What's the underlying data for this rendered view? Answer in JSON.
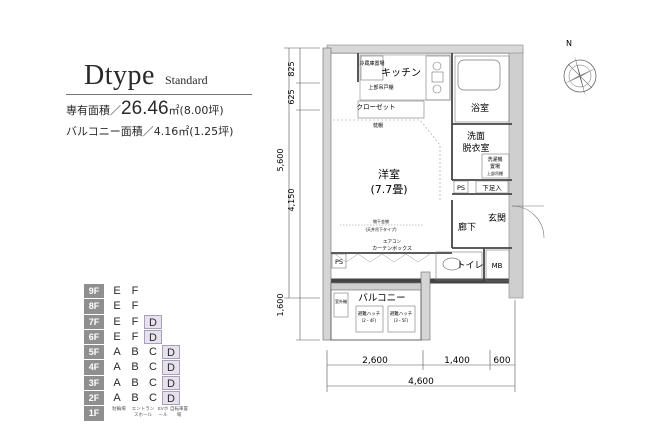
{
  "title": {
    "type": "Dtype",
    "sub": "Standard"
  },
  "area": {
    "exclusive_label": "専有面積／",
    "exclusive_value": "26.46",
    "exclusive_unit": "㎡",
    "exclusive_tsubo": "(8.00坪)",
    "balcony_label": "バルコニー面積／4.16㎡",
    "balcony_tsubo": "(1.25坪)"
  },
  "floors": [
    {
      "label": "9F",
      "cells": [
        "E",
        "F",
        "",
        ""
      ],
      "highlight": []
    },
    {
      "label": "8F",
      "cells": [
        "E",
        "F",
        "",
        ""
      ],
      "highlight": []
    },
    {
      "label": "7F",
      "cells": [
        "E",
        "F",
        "D",
        ""
      ],
      "highlight": [
        2
      ]
    },
    {
      "label": "6F",
      "cells": [
        "E",
        "F",
        "D",
        ""
      ],
      "highlight": [
        2
      ]
    },
    {
      "label": "5F",
      "cells": [
        "A",
        "B",
        "C",
        "D"
      ],
      "highlight": [
        3
      ]
    },
    {
      "label": "4F",
      "cells": [
        "A",
        "B",
        "C",
        "D"
      ],
      "highlight": [
        3
      ]
    },
    {
      "label": "3F",
      "cells": [
        "A",
        "B",
        "C",
        "D"
      ],
      "highlight": [
        3
      ]
    },
    {
      "label": "2F",
      "cells": [
        "A",
        "B",
        "C",
        "D"
      ],
      "highlight": [
        3
      ]
    },
    {
      "label": "1F",
      "cells": [
        "駐輪場",
        "エントランスホール",
        "EVホール",
        "自転車置場"
      ],
      "highlight": []
    }
  ],
  "rooms": {
    "kitchen": "キッチン",
    "fridge": "冷蔵庫置場",
    "upper_shelf": "上部吊戸棚",
    "closet": "クローゼット",
    "shelf": "枕棚",
    "bath": "浴室",
    "washroom_1": "洗面",
    "washroom_2": "脱衣室",
    "washer_1": "洗濯機",
    "washer_2": "置場",
    "washer_shelf": "上部吊棚",
    "western_1": "洋室",
    "western_2": "(7.7畳)",
    "aircon": "エアコン",
    "curtain_box": "カーテンボックス",
    "ps1": "PS",
    "ps2": "PS",
    "shoe": "下足入",
    "hall": "廊下",
    "entrance": "玄関",
    "toilet": "トイレ",
    "mb": "MB",
    "balcony": "バルコニー",
    "outdoor_unit": "室外機",
    "hatch_1": "避難ハッチ",
    "hatch_2": "避難ハッチ",
    "hatch_note_1": "(2・4F)",
    "hatch_note_2": "(3・5F)",
    "ceiling_note": "物干金物",
    "ceiling_sub": "(天井吊下タイプ)"
  },
  "dimensions": {
    "left": [
      "825",
      "625",
      "5,600",
      "4,150",
      "1,600"
    ],
    "bottom": [
      "2,600",
      "1,400",
      "600",
      "4,600"
    ]
  },
  "compass": {
    "north": "N"
  }
}
